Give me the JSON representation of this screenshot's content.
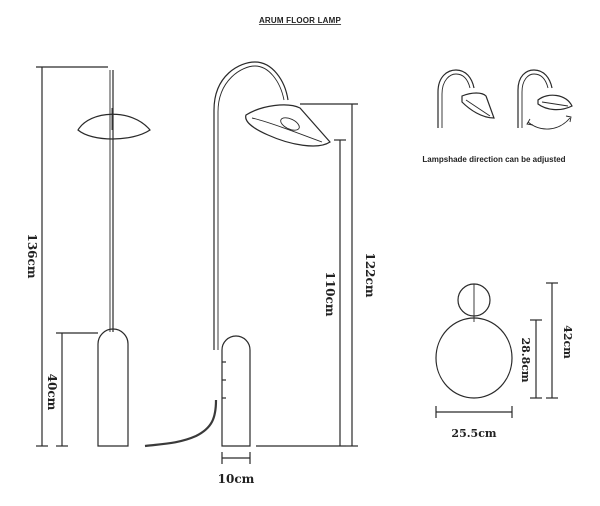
{
  "title": "ARUM FLOOR LAMP",
  "caption": "Lampshade direction can be adjusted",
  "dimensions": {
    "total_height": "136cm",
    "base_height": "40cm",
    "side_height": "122cm",
    "pole_height": "110cm",
    "base_width": "10cm",
    "shade_height": "42cm",
    "disc_height": "28.8cm",
    "disc_width": "25.5cm"
  }
}
